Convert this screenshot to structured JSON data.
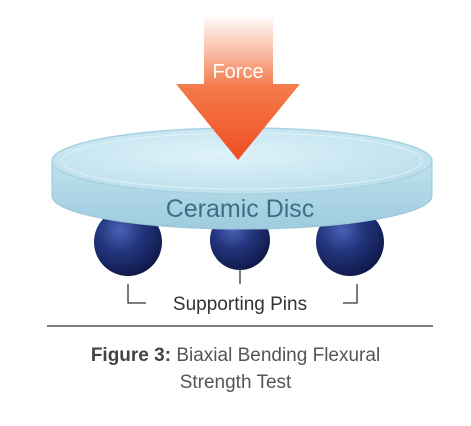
{
  "diagram": {
    "force_label": "Force",
    "disc_label": "Ceramic Disc",
    "pins_label": "Supporting Pins"
  },
  "caption": {
    "prefix": "Figure 3:",
    "line1": "Biaxial Bending Flexural",
    "line2": "Strength Test"
  },
  "colors": {
    "arrow": "#f0532a",
    "disc_top": "#c9e9f3",
    "disc_rim": "#a9d3e3",
    "pins": "#1d2d70",
    "text_on_disc": "#3f6f88",
    "rule": "#333333"
  }
}
